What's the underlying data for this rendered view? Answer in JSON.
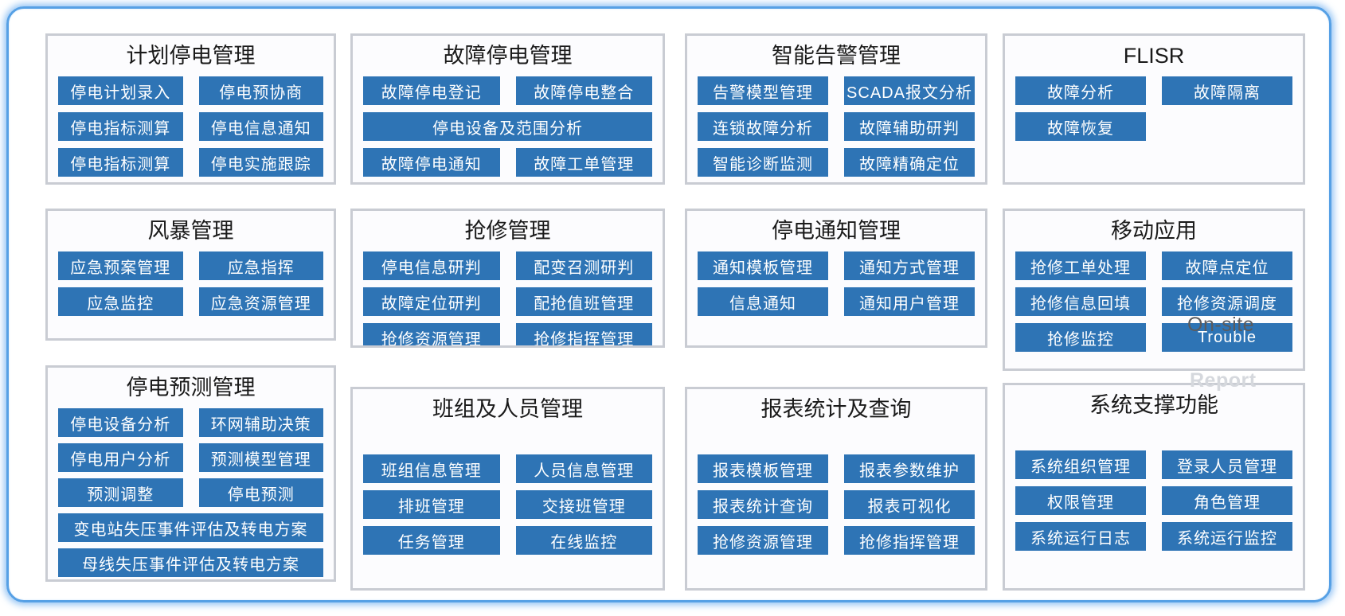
{
  "colors": {
    "button_blue": "#2E74B5",
    "frame_blue": "#56A0E5",
    "panel_border": "#C9CCD3",
    "title_color": "#1A1A1A",
    "button_text": "#FFFFFF"
  },
  "overlays": {
    "on_site": "On-site",
    "report": "Report"
  },
  "panels": [
    {
      "title": "计划停电管理",
      "buttons": [
        "停电计划录入",
        "停电预协商",
        "停电指标测算",
        "停电信息通知",
        "停电指标测算",
        "停电实施跟踪"
      ]
    },
    {
      "title": "故障停电管理",
      "buttons": [
        "故障停电登记",
        "故障停电整合",
        "停电设备及范围分析",
        "故障停电通知",
        "故障工单管理"
      ]
    },
    {
      "title": "智能告警管理",
      "buttons": [
        "告警模型管理",
        "SCADA报文分析",
        "连锁故障分析",
        "故障辅助研判",
        "智能诊断监测",
        "故障精确定位"
      ]
    },
    {
      "title": "FLISR",
      "buttons": [
        "故障分析",
        "故障隔离",
        "故障恢复"
      ]
    },
    {
      "title": "风暴管理",
      "buttons": [
        "应急预案管理",
        "应急指挥",
        "应急监控",
        "应急资源管理"
      ]
    },
    {
      "title": "抢修管理",
      "buttons": [
        "停电信息研判",
        "配变召测研判",
        "故障定位研判",
        "配抢值班管理",
        "抢修资源管理",
        "抢修指挥管理"
      ]
    },
    {
      "title": "停电通知管理",
      "buttons": [
        "通知模板管理",
        "通知方式管理",
        "信息通知",
        "通知用户管理"
      ]
    },
    {
      "title": "移动应用",
      "buttons": [
        "抢修工单处理",
        "故障点定位",
        "抢修信息回填",
        "抢修资源调度",
        "抢修监控",
        "Trouble"
      ]
    },
    {
      "title": "停电预测管理",
      "buttons": [
        "停电设备分析",
        "环网辅助决策",
        "停电用户分析",
        "预测模型管理",
        "预测调整",
        "停电预测",
        "变电站失压事件评估及转电方案",
        "母线失压事件评估及转电方案"
      ]
    },
    {
      "title": "班组及人员管理",
      "buttons": [
        "班组信息管理",
        "人员信息管理",
        "排班管理",
        "交接班管理",
        "任务管理",
        "在线监控"
      ]
    },
    {
      "title": "报表统计及查询",
      "buttons": [
        "报表模板管理",
        "报表参数维护",
        "报表统计查询",
        "报表可视化",
        "抢修资源管理",
        "抢修指挥管理"
      ]
    },
    {
      "title": "系统支撑功能",
      "buttons": [
        "系统组织管理",
        "登录人员管理",
        "权限管理",
        "角色管理",
        "系统运行日志",
        "系统运行监控"
      ]
    }
  ]
}
